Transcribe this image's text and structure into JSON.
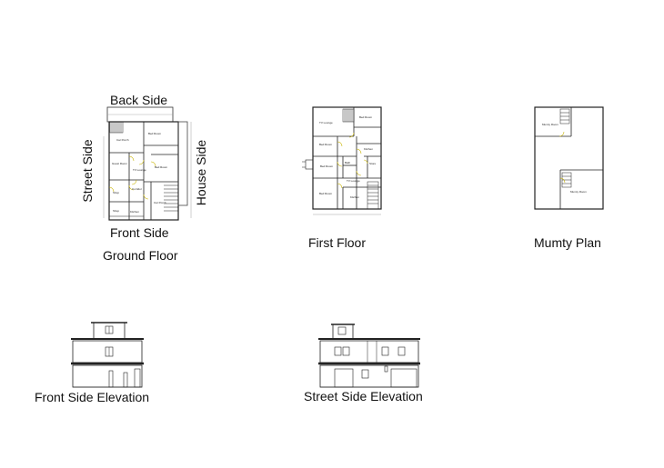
{
  "ground_floor": {
    "caption": "Ground Floor",
    "sides": {
      "back": "Back Side",
      "front": "Front Side",
      "street": "Street Side",
      "house": "House Side"
    },
    "rooms": {
      "bed_room": "Bed Room",
      "car_porch": "Car Porch",
      "guest_room": "Guest Room",
      "tv_lounge": "TV Lounge",
      "bed_room_2": "Bed Room",
      "shop_1": "Shop",
      "shop_2": "Shop",
      "corridor": "Corridor",
      "kitchen": "Kitchen",
      "car_porch_2": "Car Porch"
    }
  },
  "first_floor": {
    "caption": "First Floor",
    "rooms": {
      "tv_lounge": "TV Lounge",
      "bed_room_1": "Bed Room",
      "bed_room_2": "Bed Room",
      "bed_room_3": "Bed Room",
      "bed_room_4": "Bed Room",
      "tv_lounge_2": "TV Lounge",
      "kitchen": "Kitchen",
      "kitchen_2": "Kitchen",
      "bath": "Bath",
      "store": "Store"
    }
  },
  "mumty": {
    "caption": "Mumty Plan",
    "rooms": {
      "top": "Mumty Room",
      "bottom": "Mumty Room"
    }
  },
  "elevations": {
    "front": "Front Side Elevation",
    "street": "Street Side Elevation"
  }
}
